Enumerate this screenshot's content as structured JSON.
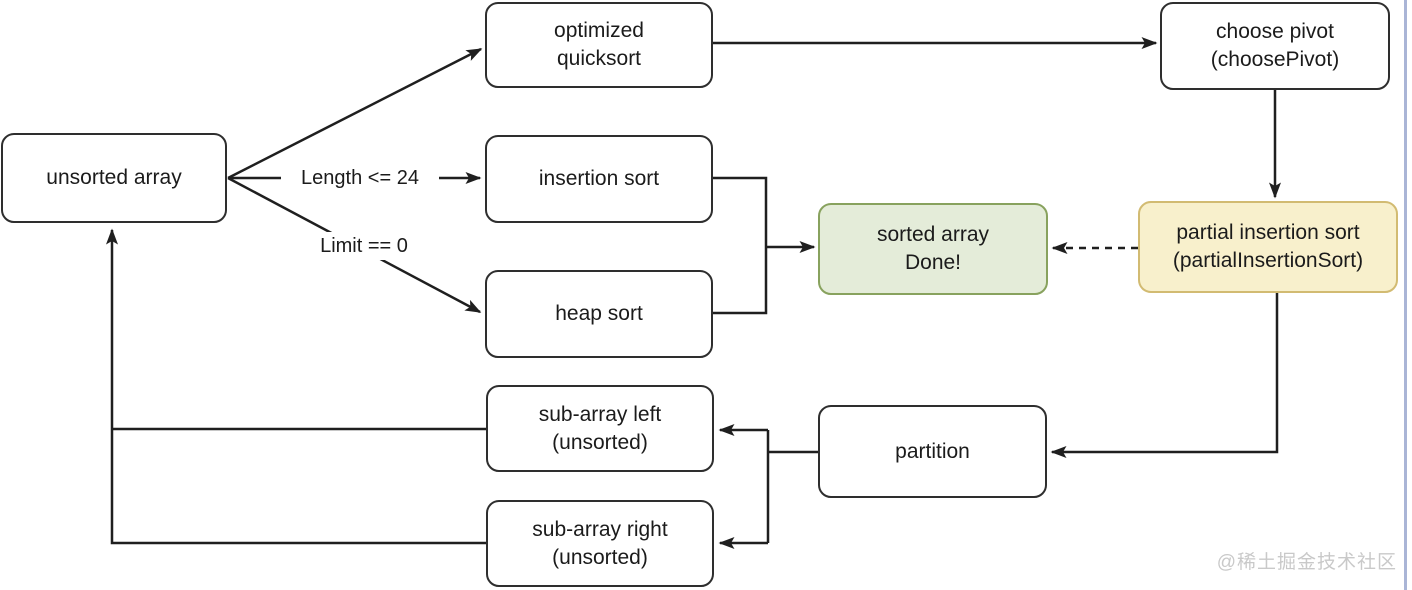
{
  "diagram": {
    "nodes": {
      "unsorted_array": {
        "lines": [
          "unsorted array"
        ]
      },
      "optimized_quicksort": {
        "lines": [
          "optimized",
          "quicksort"
        ]
      },
      "choose_pivot": {
        "lines": [
          "choose pivot",
          "(choosePivot)"
        ]
      },
      "insertion_sort": {
        "lines": [
          "insertion sort"
        ]
      },
      "heap_sort": {
        "lines": [
          "heap sort"
        ]
      },
      "sorted_array": {
        "lines": [
          "sorted array",
          "Done!"
        ]
      },
      "partial_insertion_sort": {
        "lines": [
          "partial insertion sort",
          "(partialInsertionSort)"
        ]
      },
      "partition": {
        "lines": [
          "partition"
        ]
      },
      "sub_array_left": {
        "lines": [
          "sub-array left",
          "(unsorted)"
        ]
      },
      "sub_array_right": {
        "lines": [
          "sub-array right",
          "(unsorted)"
        ]
      }
    },
    "edge_labels": {
      "length_condition": "Length <= 24",
      "limit_condition": "Limit == 0"
    },
    "watermark": "@稀土掘金技术社区",
    "colors": {
      "line": "#1f1f1f",
      "node_border": "#2e2e2e",
      "node_fill": "#ffffff",
      "done_fill": "#e4ecd9",
      "done_border": "#88a25e",
      "highlight_fill": "#f8f0cc",
      "highlight_border": "#d2bb72",
      "watermark_text": "#c9c9c9",
      "right_edge_strip": "#aab5d6"
    }
  }
}
